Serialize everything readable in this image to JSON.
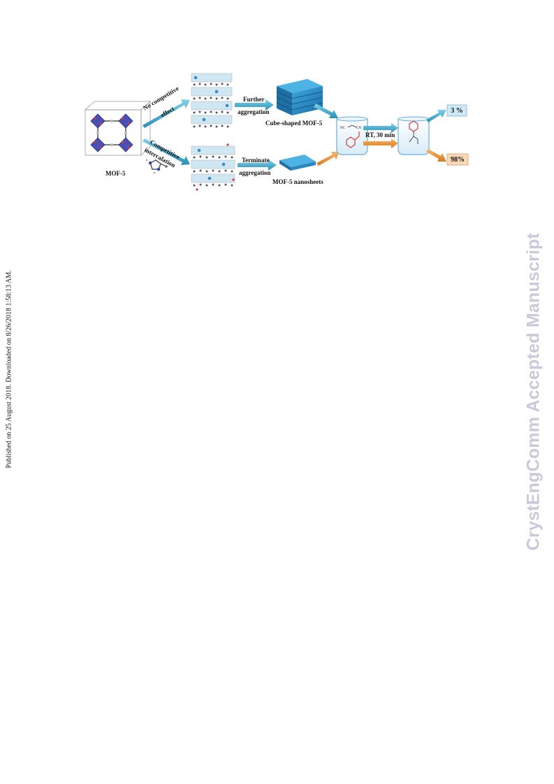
{
  "sidebar": {
    "published_note": "Published on 25 August 2018. Downloaded on 8/26/2018 1:58:13 AM."
  },
  "watermark": {
    "text": "CrystEngComm Accepted Manuscript"
  },
  "figure": {
    "mof_label": "MOF-5",
    "upper_route": {
      "step1": "No competitive",
      "step1b": "effect",
      "step2a": "Further",
      "step2b": "aggregation",
      "product": "Cube-shaped  MOF-5"
    },
    "lower_route": {
      "step1": "Competitive",
      "step1b": "intercalation",
      "step2a": "Terminate",
      "step2b": "aggregation",
      "product": "MOF-5 nanosheets"
    },
    "reaction_condition": "RT, 30 min",
    "reagent_labels": {
      "left_nc": "NC",
      "right_cn": "CN"
    },
    "yields": {
      "cube": "3 %",
      "nanosheet": "98%"
    },
    "colors": {
      "blue_arrow": "#3aa3c7",
      "orange_arrow": "#e8932d",
      "mof_blue": "#2b8fc9",
      "yield_blue_bg": "#cfe9f6",
      "yield_orange_bg": "#f9d7b7",
      "watermark": "#c9c9dc"
    }
  }
}
